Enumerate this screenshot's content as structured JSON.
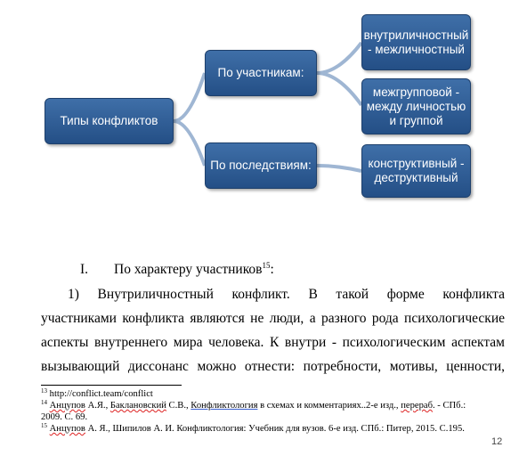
{
  "diagram": {
    "root": "Типы конфликтов",
    "branches": [
      {
        "label": "По участникам:",
        "leaves": [
          "внутриличностный - межличностный",
          "межгрупповой - между личностью и группой"
        ]
      },
      {
        "label": "По последствиям:",
        "leaves": [
          "конструктивный - деструктивный"
        ]
      }
    ],
    "colors": {
      "node_fill": "#2f5e97",
      "connector": "#9fb6d3"
    }
  },
  "heading": {
    "numeral": "I.",
    "text": "По характеру участников",
    "footnote_ref": "15",
    "suffix": ":"
  },
  "paragraph": {
    "lines": [
      "1)   Внутриличностный конфликт. В такой форме конфликта",
      "участниками конфликта являются не люди, а разного рода психологические",
      "аспекты внутреннего мира человека. К внутри - психологическим аспектам",
      "вызывающий диссонанс можно отнести: потребности, мотивы, ценности,"
    ]
  },
  "footnotes": [
    {
      "num": "13",
      "text": "http://conflict.team/conflict"
    },
    {
      "num": "14",
      "parts": [
        "Анцупов",
        " А.Я., ",
        "Баклановский",
        " С.В.,  ",
        "Конфликтология",
        " в схемах и комментариях..2-е изд., ",
        "перераб",
        ". - СПб.:"
      ],
      "cont": "2009. С. 69."
    },
    {
      "num": "15",
      "parts": [
        "Анцупов",
        " А. Я., Шипилов А. И. Конфликтология: Учебник для вузов. 6-е изд. СПб.: Питер, 2015. С.195."
      ]
    }
  ],
  "page_number": "12"
}
